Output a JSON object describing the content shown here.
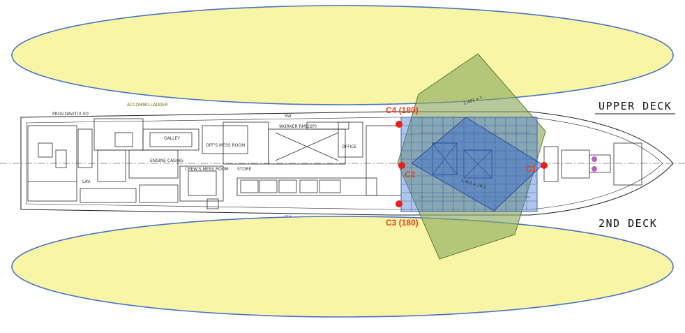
{
  "deck_titles": {
    "upper": "UPPER DECK",
    "lower": "2ND DECK"
  },
  "cameras": [
    {
      "id": "C1",
      "label": "C1",
      "color": "#e8201c"
    },
    {
      "id": "C2",
      "label": "C2",
      "color": "#e8201c"
    },
    {
      "id": "C3",
      "label": "C3 (180)",
      "color": "#e8201c"
    },
    {
      "id": "C4",
      "label": "C4 (180)",
      "color": "#e8201c"
    }
  ],
  "coverage": {
    "ellipse_color": "#f8f6a6",
    "green_color": "#8aa85c",
    "blue_color": "#4f7fd4"
  },
  "plan_labels": {
    "prov_davit": "PROV.DAVIT(0.5t)",
    "accommo_ladder": "ACCOMMO.LADDER",
    "galley": "GALLEY",
    "offs_mess": "OFF'S MESS ROOM",
    "worker_rm": "WORKER RM(22P)",
    "crews_mess": "CREW'S MESS ROOM",
    "engine_casing": "ENGINE CASING",
    "store": "STORE",
    "office": "OFFICE",
    "lav": "LAV.",
    "dim_a": "1,401 x 1",
    "dim_b": "1,401 x 18.2",
    "sw": "SW"
  }
}
